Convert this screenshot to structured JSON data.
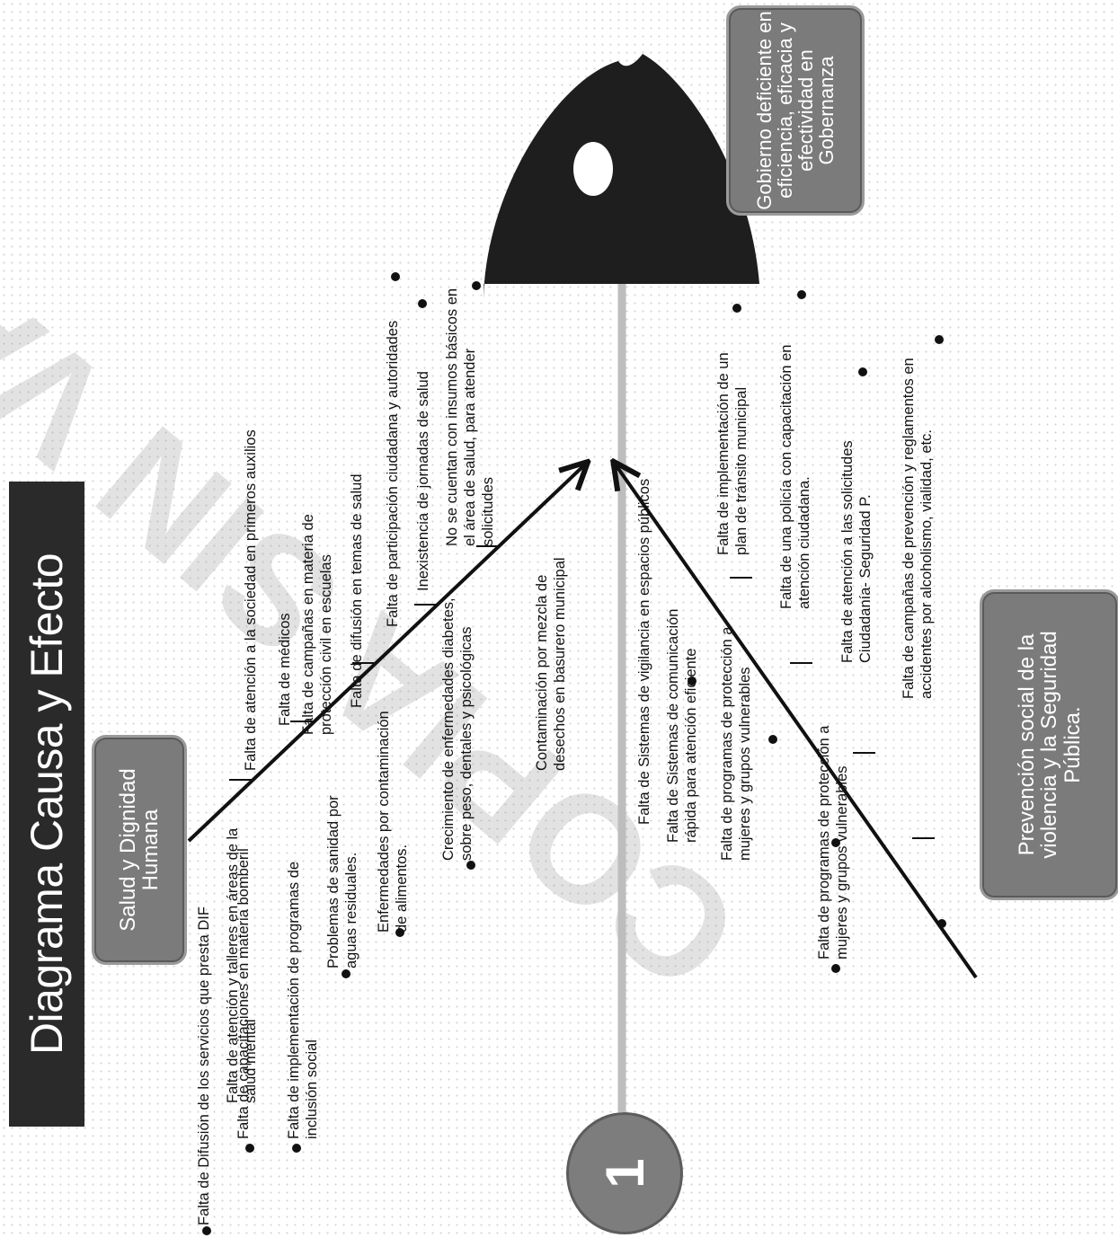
{
  "title": "Diagrama Causa y Efecto",
  "effect": "Gobierno deficiente en eficiencia, eficacia y efectividad en Gobernanza",
  "badge": "1",
  "watermark": "COPIA SIN VALOR LEGAL",
  "categories": [
    {
      "label": "Salud y Dignidad Humana",
      "causes": [
        "Falta de Difusión de los servicios que presta DIF",
        "Falta de atención y talleres en áreas de la salud mental",
        "Falta de capacitaciones en materia bomberil",
        "Falta de atención a la sociedad en primeros auxilios",
        "Falta de implementación de programas de inclusión social",
        "Falta de médicos",
        "Falta de campañas en materia de protección civil en escuelas",
        "Problemas de sanidad por aguas residuales.",
        "Falta de difusión en temas de salud",
        "Enfermedades por contaminación de alimentos.",
        "Falta de participación ciudadana y autoridades",
        "Inexistencia de jornadas de salud",
        "Crecimiento de enfermedades diabetes, sobre peso, dentales y psicológicas",
        "No se cuentan con insumos básicos en el área de salud, para atender solicitudes",
        "Contaminación por mezcla de desechos en basurero municipal"
      ]
    },
    {
      "label": "Prevención social de la violencia y la Seguridad Pública.",
      "causes": [
        "Falta de Sistemas de vigilancia en espacios públicos",
        "Falta de Sistemas de comunicación rápida para atención eficiente",
        "Falta de programas de protección a mujeres y grupos vulnerables",
        "Falta de implementación de un plan de tránsito municipal",
        "Falta de programas de protección a mujeres y grupos vulnerables",
        "Falta de una policía con capacitación en atención ciudadana.",
        "Falta de atención a las solicitudes Ciudadanía- Seguridad P.",
        "Falta de campañas de prevención y reglamentos en accidentes por alcoholismo, vialidad, etc."
      ]
    }
  ]
}
